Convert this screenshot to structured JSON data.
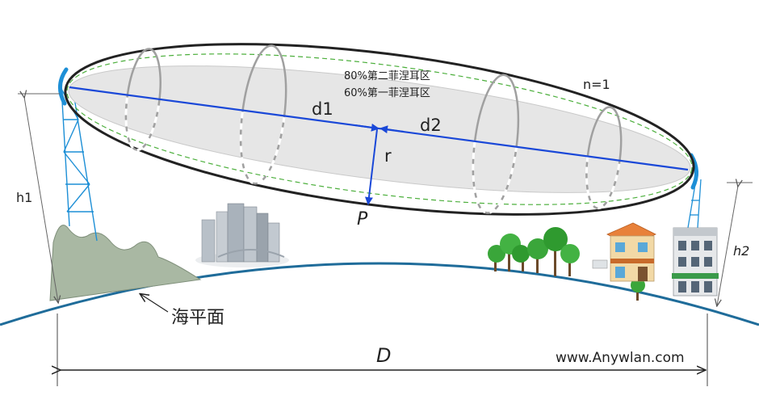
{
  "labels": {
    "zone_80": "80%第二菲涅耳区",
    "zone_60": "60%第一菲涅耳区",
    "n": "n=1",
    "d1": "d1",
    "d2": "d2",
    "r": "r",
    "p": "P",
    "h1": "h1",
    "h2": "h2",
    "sea_level": "海平面",
    "distance": "D",
    "watermark": "www.Anywlan.com"
  },
  "colors": {
    "antenna": "#1d8fd6",
    "link_line": "#1a48d8",
    "ellipse_outer": "#222222",
    "ellipse_dashed": "#4caf3c",
    "inner_fill": "#e6e6e6",
    "earth": "#1f6c9a",
    "mountain": "#a9b8a3",
    "tree": "#3aa63a"
  },
  "icons": [
    "left-antenna-icon",
    "right-antenna-icon",
    "city-skyline-icon",
    "tree-group-icon",
    "house-icon",
    "apartment-building-icon"
  ]
}
